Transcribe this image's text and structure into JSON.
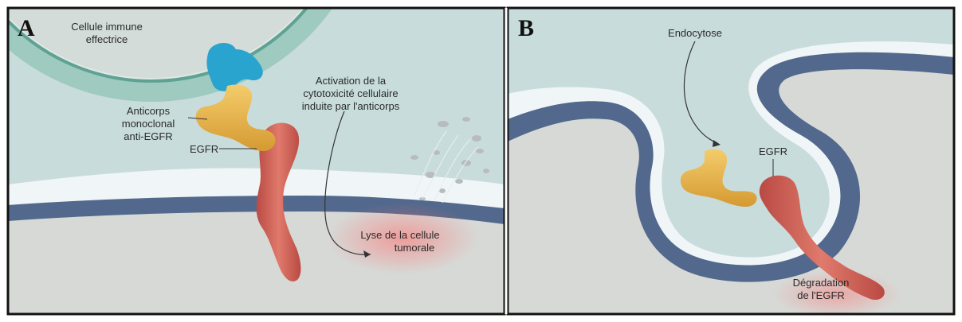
{
  "panel_a": {
    "letter": "A",
    "immune_cell_line1": "Cellule immune",
    "immune_cell_line2": "effectrice",
    "activation_line1": "Activation de la",
    "activation_line2": "cytotoxicité cellulaire",
    "activation_line3": "induite par l'anticorps",
    "antibody_line1": "Anticorps",
    "antibody_line2": "monoclonal",
    "antibody_line3": "anti-EGFR",
    "egfr": "EGFR",
    "lysis_line1": "Lyse de la cellule",
    "lysis_line2": "tumorale"
  },
  "panel_b": {
    "letter": "B",
    "endocytosis": "Endocytose",
    "egfr": "EGFR",
    "degradation_line1": "Dégradation",
    "degradation_line2": "de l'EGFR"
  },
  "colors": {
    "background_gray": "#d9dbd8",
    "extracellular": "#c9dcdc",
    "membrane_blue": "#52698d",
    "membrane_light": "#f0f5f8",
    "antibody_yellow": "#e9b54e",
    "egfr_red": "#d56a5e",
    "immune_receptor": "#29a4cf",
    "immune_cell_green": "#cfe4dd"
  }
}
